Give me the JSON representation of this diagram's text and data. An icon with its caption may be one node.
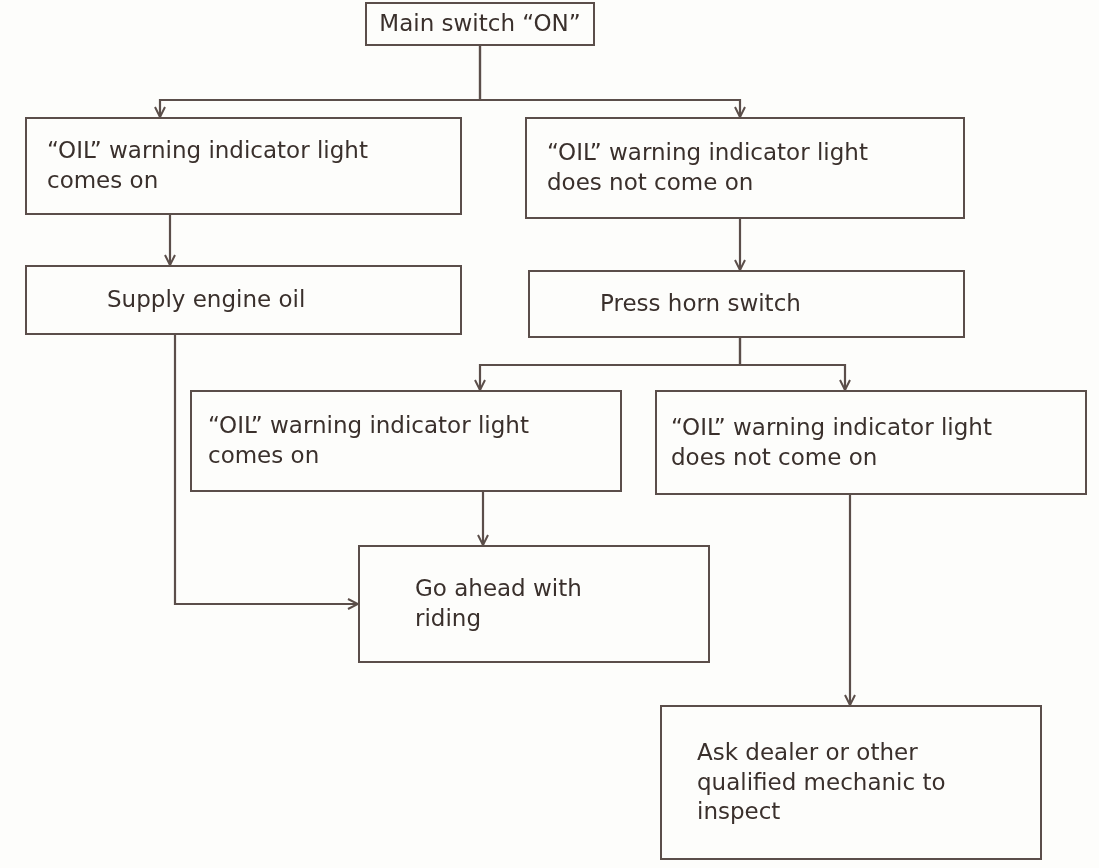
{
  "diagram": {
    "nodes": [
      {
        "text": [
          "Main switch “ON”"
        ]
      },
      {
        "text": [
          "“OIL” warning indicator light comes on"
        ]
      },
      {
        "text": [
          "“OIL” warning indicator light does not come on"
        ]
      },
      {
        "text": [
          "Supply engine oil"
        ]
      },
      {
        "text": [
          "Press horn switch"
        ]
      },
      {
        "text": [
          "“OIL” warning indicator light comes on"
        ]
      },
      {
        "text": [
          "“OIL” warning indicator light does not come on"
        ]
      },
      {
        "text": [
          "Go ahead with riding"
        ]
      },
      {
        "text": [
          "Ask dealer or other qualified mechanic to inspect"
        ]
      }
    ],
    "edges": [
      {
        "from": 0,
        "to": 1,
        "arrow": "to"
      },
      {
        "from": 0,
        "to": 2,
        "arrow": "to"
      },
      {
        "from": 1,
        "to": 3,
        "arrow": "to"
      },
      {
        "from": 2,
        "to": 4,
        "arrow": "to"
      },
      {
        "from": 4,
        "to": 5,
        "arrow": "to"
      },
      {
        "from": 4,
        "to": 6,
        "arrow": "to"
      },
      {
        "from": 3,
        "to": 7,
        "arrow": "to"
      },
      {
        "from": 5,
        "to": 7,
        "arrow": "to"
      },
      {
        "from": 6,
        "to": 8,
        "arrow": "to"
      }
    ]
  }
}
